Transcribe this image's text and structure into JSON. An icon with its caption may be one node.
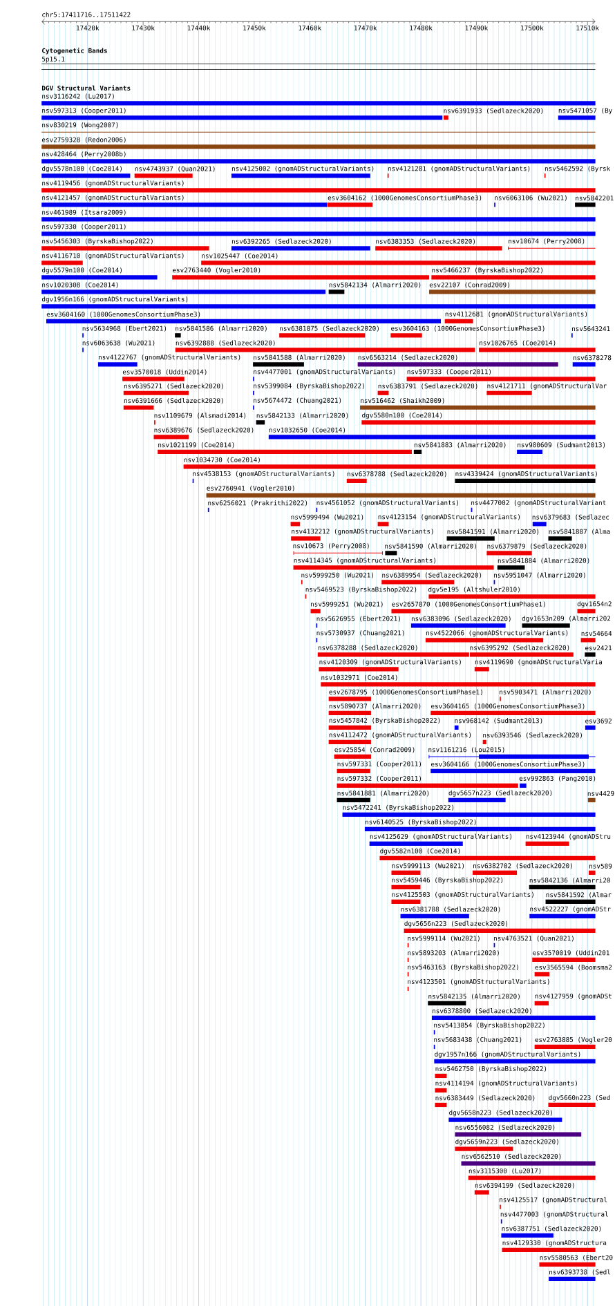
{
  "diagram": {
    "labels": [
      "chr5:17411716..17511422",
      "17420k",
      "17430k",
      "17440k",
      "17450k",
      "17460k",
      "17470k",
      "17480k",
      "17490k",
      "17500k",
      "17510k",
      "Cytogenetic Bands",
      "5p15.1",
      "DGV Structural Variants",
      "nsv3116242 (Lu2017)",
      "nsv597313 (Cooper2011)",
      "nsv6391933 (Sedlazeck2020)",
      "nsv5471057 (By",
      "nsv830219 (Wong2007)",
      "esv2759328 (Redon2006)",
      "nsv428464 (Perry2008b)",
      "dgv5578n100 (Coe2014)",
      "nsv4743937 (Quan2021)",
      "nsv4125002 (gnomADStructuralVariants)",
      "nsv4121281 (gnomADStructuralVariants)",
      "nsv5462592 (Byrsk",
      "nsv4119456 (gnomADStructuralVariants)",
      "nsv4121457 (gnomADStructuralVariants)",
      "esv3604162 (1000GenomesConsortiumPhase3)",
      "nsv6063106 (Wu2021)",
      "nsv5842201",
      "nsv461989 (Itsara2009)",
      "nsv597330 (Cooper2011)",
      "nsv5456303 (ByrskaBishop2022)",
      "nsv6392265 (Sedlazeck2020)",
      "nsv6383353 (Sedlazeck2020)",
      "nsv10674 (Perry2008)",
      "nsv4116710 (gnomADStructuralVariants)",
      "nsv1025447 (Coe2014)",
      "dgv5579n100 (Coe2014)",
      "esv2763440 (Vogler2010)",
      "nsv5466237 (ByrskaBishop2022)",
      "nsv1020308 (Coe2014)",
      "nsv5842134 (Almarri2020)",
      "esv22107 (Conrad2009)",
      "dgv1956n166 (gnomADStructuralVariants)",
      "esv3604160 (1000GenomesConsortiumPhase3)",
      "nsv4112681 (gnomADStructuralVariants)",
      "nsv5634968 (Ebert2021)",
      "nsv5841586 (Almarri2020)",
      "nsv6381875 (Sedlazeck2020)",
      "esv3604163 (1000GenomesConsortiumPhase3)",
      "nsv5643241",
      "nsv6063638 (Wu2021)",
      "nsv6392888 (Sedlazeck2020)",
      "nsv1026765 (Coe2014)",
      "nsv4122767 (gnomADStructuralVariants)",
      "nsv5841588 (Almarri2020)",
      "nsv6563214 (Sedlazeck2020)",
      "nsv6378278",
      "esv3570018 (Uddin2014)",
      "nsv4477001 (gnomADStructuralVariants)",
      "nsv597333 (Cooper2011)",
      "nsv6395271 (Sedlazeck2020)",
      "nsv5399084 (ByrskaBishop2022)",
      "nsv6383791 (Sedlazeck2020)",
      "nsv4121711 (gnomADStructuralVar",
      "nsv6391666 (Sedlazeck2020)",
      "nsv5674472 (Chuang2021)",
      "nsv516462 (Shaikh2009)",
      "nsv1109679 (Alsmadi2014)",
      "nsv5842133 (Almarri2020)",
      "dgv5580n100 (Coe2014)",
      "nsv6389676 (Sedlazeck2020)",
      "nsv1032650 (Coe2014)",
      "nsv1021199 (Coe2014)",
      "nsv5841883 (Almarri2020)",
      "nsv980609 (Sudmant2013)",
      "nsv1034730 (Coe2014)",
      "nsv4538153 (gnomADStructuralVariants)",
      "nsv6378788 (Sedlazeck2020)",
      "nsv4339424 (gnomADStructuralVariants)",
      "esv2760941 (Vogler2010)",
      "nsv6256021 (Prakrithi2022)",
      "nsv4561052 (gnomADStructuralVariants)",
      "nsv4477002 (gnomADStructuralVariant",
      "nsv5999494 (Wu2021)",
      "nsv4123154 (gnomADStructuralVariants)",
      "nsv6379683 (Sedlazec",
      "nsv4132212 (gnomADStructuralVariants)",
      "nsv5841591 (Almarri2020)",
      "nsv5841887 (Alma",
      "nsv10673 (Perry2008)",
      "nsv5841590 (Almarri2020)",
      "nsv6379879 (Sedlazeck2020)",
      "nsv4114345 (gnomADStructuralVariants)",
      "nsv5841884 (Almarri2020)",
      "nsv5999250 (Wu2021)",
      "nsv6389954 (Sedlazeck2020)",
      "nsv5951047 (Almarri2020)",
      "nsv5469523 (ByrskaBishop2022)",
      "dgv5e195 (Altshuler2010)",
      "nsv5999251 (Wu2021)",
      "esv2657870 (1000GenomesConsortiumPhase1)",
      "dgv1654n2",
      "nsv5626955 (Ebert2021)",
      "nsv6383096 (Sedlazeck2020)",
      "dgv1653n209 (Almarri202",
      "nsv5730937 (Chuang2021)",
      "nsv4522066 (gnomADStructuralVariants)",
      "nsv54664",
      "nsv6378288 (Sedlazeck2020)",
      "nsv6395292 (Sedlazeck2020)",
      "esv2421",
      "nsv4120309 (gnomADStructuralVariants)",
      "nsv4119690 (gnomADStructuralVaria",
      "nsv1032971 (Coe2014)",
      "esv2678795 (1000GenomesConsortiumPhase1)",
      "nsv5903471 (Almarri2020)",
      "nsv5890737 (Almarri2020)",
      "esv3604165 (1000GenomesConsortiumPhase3)",
      "nsv5457842 (ByrskaBishop2022)",
      "nsv968142 (Sudmant2013)",
      "esv3692",
      "nsv4112472 (gnomADStructuralVariants)",
      "nsv6393546 (Sedlazeck2020)",
      "esv25854 (Conrad2009)",
      "nsv1161216 (Lou2015)",
      "nsv597331 (Cooper2011)",
      "esv3604166 (1000GenomesConsortiumPhase3)",
      "nsv597332 (Cooper2011)",
      "esv992863 (Pang2010)",
      "nsv5841881 (Almarri2020)",
      "dgv5657n223 (Sedlazeck2020)",
      "nsv4429",
      "nsv5472241 (ByrskaBishop2022)",
      "nsv6140525 (ByrskaBishop2022)",
      "nsv4125629 (gnomADStructuralVariants)",
      "nsv4123944 (gnomADStru",
      "dgv5582n100 (Coe2014)",
      "nsv5999113 (Wu2021)",
      "nsv6382702 (Sedlazeck2020)",
      "nsv589",
      "nsv5459446 (ByrskaBishop2022)",
      "nsv5842136 (Almarri20",
      "nsv4125503 (gnomADStructuralVariants)",
      "nsv5841592 (Almar",
      "nsv6381788 (Sedlazeck2020)",
      "nsv4522227 (gnomADStr",
      "dgv5656n223 (Sedlazeck2020)",
      "nsv5999114 (Wu2021)",
      "nsv4763521 (Quan2021)",
      "nsv5893203 (Almarri2020)",
      "esv3570019 (Uddin201",
      "nsv5463163 (ByrskaBishop2022)",
      "esv3565594 (Boomsma2",
      "nsv4123501 (gnomADStructuralVariants)",
      "nsv5842135 (Almarri2020)",
      "nsv4127959 (gnomADSt",
      "nsv6378800 (Sedlazeck2020)",
      "nsv5413854 (ByrskaBishop2022)",
      "nsv5683438 (Chuang2021)",
      "esv2763885 (Vogler20",
      "dgv1957n166 (gnomADStructuralVariants)",
      "nsv5462750 (ByrskaBishop2022)",
      "nsv4114194 (gnomADStructuralVariants)",
      "nsv6383449 (Sedlazeck2020)",
      "dgv5660n223 (Sed",
      "dgv5658n223 (Sedlazeck2020)",
      "nsv6556082 (Sedlazeck2020)",
      "dgv5659n223 (Sedlazeck2020)",
      "nsv6562510 (Sedlazeck2020)",
      "nsv3115300 (Lu2017)",
      "nsv6394199 (Sedlazeck2020)",
      "nsv4125517 (gnomADStructural",
      "nsv4477003 (gnomADStructural",
      "nsv6387751 (Sedlazeck2020)",
      "nsv4129330 (gnomADStructura",
      "nsv5580563 (Ebert20",
      "nsv6393738 (Sedl"
    ]
  }
}
